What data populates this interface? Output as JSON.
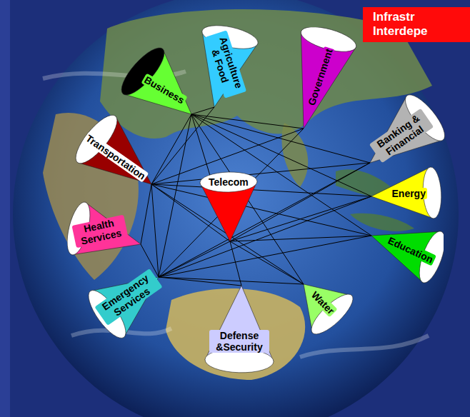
{
  "diagram": {
    "title": "Infrastr Interdepe",
    "nodes": [
      {
        "text": [
          "Business"
        ]
      },
      {
        "text": [
          "Agriculture & Food"
        ]
      },
      {
        "text": [
          "Government"
        ]
      },
      {
        "text": [
          "Banking & Financial"
        ]
      },
      {
        "text": [
          "Transportation"
        ]
      },
      {
        "text": [
          "Telecom"
        ]
      },
      {
        "text": [
          "Energy"
        ]
      },
      {
        "text": [
          "Health Services"
        ]
      },
      {
        "text": [
          "Education"
        ]
      },
      {
        "text": [
          "Emergency Services"
        ]
      },
      {
        "text": [
          "Water"
        ]
      },
      {
        "text": [
          "Defense &Security"
        ]
      }
    ],
    "edges": [
      {
        "from": 0,
        "to": 1,
        "arrow": "none"
      },
      {
        "from": 0,
        "to": 2,
        "arrow": "none"
      },
      {
        "from": 0,
        "to": 3,
        "arrow": "none"
      },
      {
        "from": 0,
        "to": 4,
        "arrow": "none"
      },
      {
        "from": 0,
        "to": 5,
        "arrow": "none"
      },
      {
        "from": 0,
        "to": 6,
        "arrow": "none"
      },
      {
        "from": 0,
        "to": 8,
        "arrow": "none"
      },
      {
        "from": 0,
        "to": 9,
        "arrow": "none"
      },
      {
        "from": 0,
        "to": 10,
        "arrow": "none"
      },
      {
        "from": 4,
        "to": 1,
        "arrow": "none"
      },
      {
        "from": 4,
        "to": 2,
        "arrow": "none"
      },
      {
        "from": 4,
        "to": 3,
        "arrow": "none"
      },
      {
        "from": 4,
        "to": 5,
        "arrow": "none"
      },
      {
        "from": 4,
        "to": 6,
        "arrow": "none"
      },
      {
        "from": 4,
        "to": 7,
        "arrow": "none"
      },
      {
        "from": 4,
        "to": 8,
        "arrow": "none"
      },
      {
        "from": 4,
        "to": 9,
        "arrow": "none"
      },
      {
        "from": 4,
        "to": 10,
        "arrow": "none"
      },
      {
        "from": 9,
        "to": 2,
        "arrow": "none"
      },
      {
        "from": 9,
        "to": 3,
        "arrow": "none"
      },
      {
        "from": 9,
        "to": 5,
        "arrow": "none"
      },
      {
        "from": 9,
        "to": 6,
        "arrow": "none"
      },
      {
        "from": 9,
        "to": 7,
        "arrow": "none"
      },
      {
        "from": 9,
        "to": 8,
        "arrow": "none"
      },
      {
        "from": 9,
        "to": 10,
        "arrow": "none"
      },
      {
        "from": 9,
        "to": 11,
        "arrow": "none"
      },
      {
        "from": 5,
        "to": 3,
        "arrow": "none"
      },
      {
        "from": 5,
        "to": 6,
        "arrow": "none"
      },
      {
        "from": 5,
        "to": 8,
        "arrow": "none"
      },
      {
        "from": 5,
        "to": 10,
        "arrow": "none"
      },
      {
        "from": 5,
        "to": 11,
        "arrow": "none"
      }
    ]
  }
}
